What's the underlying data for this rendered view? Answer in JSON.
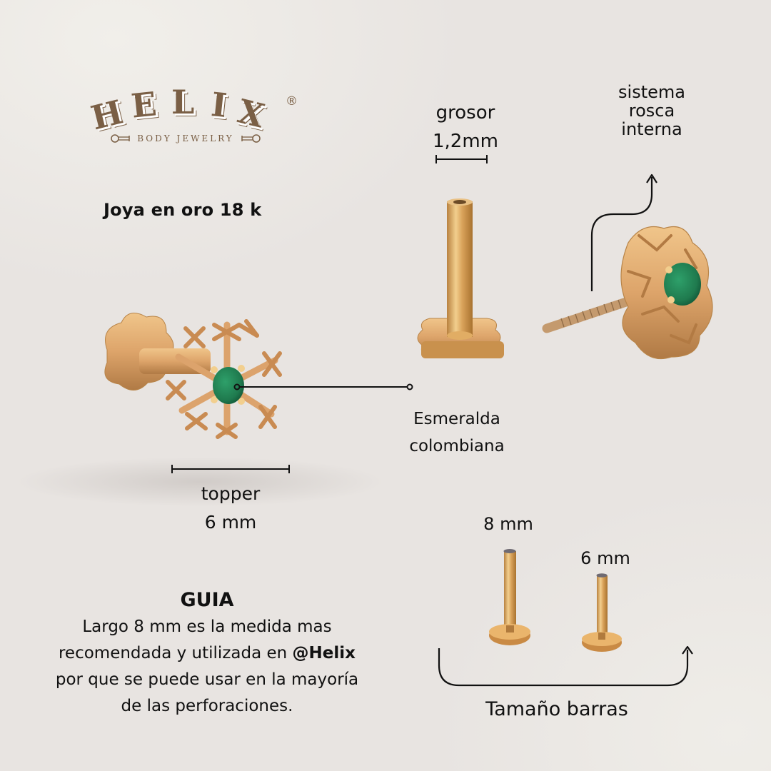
{
  "brand": {
    "logo_letters": [
      "H",
      "E",
      "L",
      "I",
      "X"
    ],
    "registered_mark": "®",
    "tagline": "Body jewelry",
    "color": "#7a5f45"
  },
  "product": {
    "material_title": "Joya en oro 18 k",
    "gem_label_line1": "Esmeralda",
    "gem_label_line2": "colombiana",
    "gem_color": "#1f7a4e",
    "gold_color": "#d9a66a"
  },
  "specs": {
    "thickness_label": "grosor",
    "thickness_value": "1,2mm",
    "thread_line1": "sistema",
    "thread_line2": "rosca",
    "thread_line3": "interna",
    "topper_label": "topper",
    "topper_value": "6 mm"
  },
  "bars": {
    "title": "Tamaño barras",
    "sizes": [
      {
        "label": "8 mm"
      },
      {
        "label": "6 mm"
      }
    ]
  },
  "guide": {
    "title": "GUIA",
    "line1": "Largo 8 mm es la medida mas",
    "line2_prefix": "recomendada y utilizada en ",
    "line2_handle": "@Helix",
    "line3": "por que se puede usar en la mayoría",
    "line4": "de las perforaciones."
  },
  "colors": {
    "background": "#e8e4e1",
    "text": "#111111",
    "annotation_line": "#111111"
  }
}
